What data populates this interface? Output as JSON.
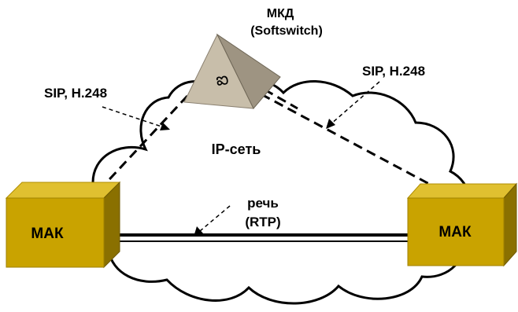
{
  "softswitch": {
    "name": "МКД",
    "subtitle": "(Softswitch)"
  },
  "network": {
    "label": "IP-сеть"
  },
  "signaling": {
    "left": "SIP, H.248",
    "right": "SIP, H.248"
  },
  "media": {
    "line1": "речь",
    "line2": "(RTP)"
  },
  "nodes": {
    "left": "МАК",
    "right": "МАК"
  },
  "colors": {
    "gateway": "#c9a300",
    "softswitch": "#c8beaa",
    "line": "#000000"
  }
}
